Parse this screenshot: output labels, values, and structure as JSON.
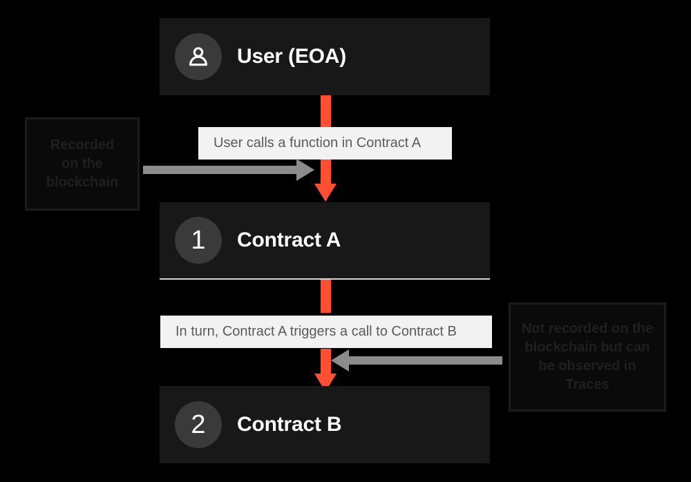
{
  "diagram": {
    "title": "Contract call flow recorded on the blockchain",
    "background_color": "#000000",
    "accent_color": "#ff4f32",
    "node_color": "#181818",
    "label_chip_color": "#f2f2f2",
    "annotation_arrow_color": "#8c8c8c",
    "badge_color": "#3a3a3a"
  },
  "nodes": [
    {
      "id": "user",
      "badge": "user-icon",
      "badge_type": "icon",
      "title": "User (EOA)"
    },
    {
      "id": "contract-a",
      "badge": "1",
      "badge_type": "number",
      "title": "Contract A"
    },
    {
      "id": "contract-b",
      "badge": "2",
      "badge_type": "number",
      "title": "Contract B"
    }
  ],
  "edges": [
    {
      "id": "edge-user-to-contract-a",
      "from": "user",
      "to": "contract-a",
      "label": "User calls a function in Contract A",
      "color": "#ff4f32",
      "direction": "down"
    },
    {
      "id": "edge-contract-a-to-contract-b",
      "from": "contract-a",
      "to": "contract-b",
      "label": "In turn, Contract A triggers a call to Contract B",
      "color": "#ff4f32",
      "direction": "down"
    }
  ],
  "annotations": [
    {
      "id": "annotation-left",
      "lines": [
        "Recorded",
        "on the",
        "blockchain"
      ],
      "text": "Recorded on the blockchain",
      "arrow_direction": "right",
      "points_to": "edge-user-to-contract-a"
    },
    {
      "id": "annotation-right",
      "lines": [
        "Not recorded on the",
        "blockchain but can",
        "be observed in",
        "Traces"
      ],
      "text": "Not recorded on the blockchain but can be observed in Traces",
      "arrow_direction": "left",
      "points_to": "edge-contract-a-to-contract-b"
    }
  ]
}
